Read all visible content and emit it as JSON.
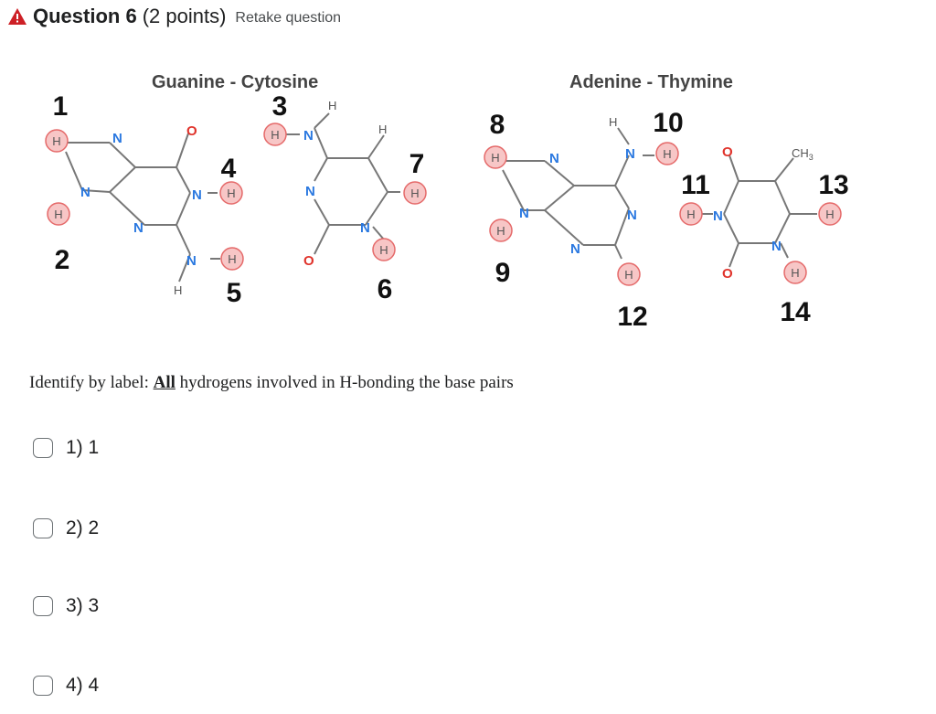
{
  "header": {
    "title": "Question 6",
    "points": "(2 points)",
    "retake_label": "Retake question"
  },
  "figure": {
    "pair1_title": "Guanine - Cytosine",
    "pair2_title": "Adenine - Thymine",
    "labels": [
      "1",
      "2",
      "3",
      "4",
      "5",
      "6",
      "7",
      "8",
      "9",
      "10",
      "11",
      "12",
      "13",
      "14"
    ],
    "atoms": {
      "n": "N",
      "h": "H",
      "o": "O",
      "ch3": "CH",
      "ch3_sub": "3"
    }
  },
  "prompt": {
    "before": "Identify by label: ",
    "emphasis": "All",
    "after": " hydrogens involved in H-bonding the base pairs"
  },
  "options": [
    {
      "label": "1) 1"
    },
    {
      "label": "2) 2"
    },
    {
      "label": "3) 3"
    },
    {
      "label": "4) 4"
    }
  ],
  "colors": {
    "warning": "#cd2026",
    "nitrogen": "#2a78e0",
    "oxygen": "#e0332b",
    "h_circle_fill": "#f7c6c6",
    "h_circle_stroke": "#e56a6a",
    "bond": "#777777"
  }
}
